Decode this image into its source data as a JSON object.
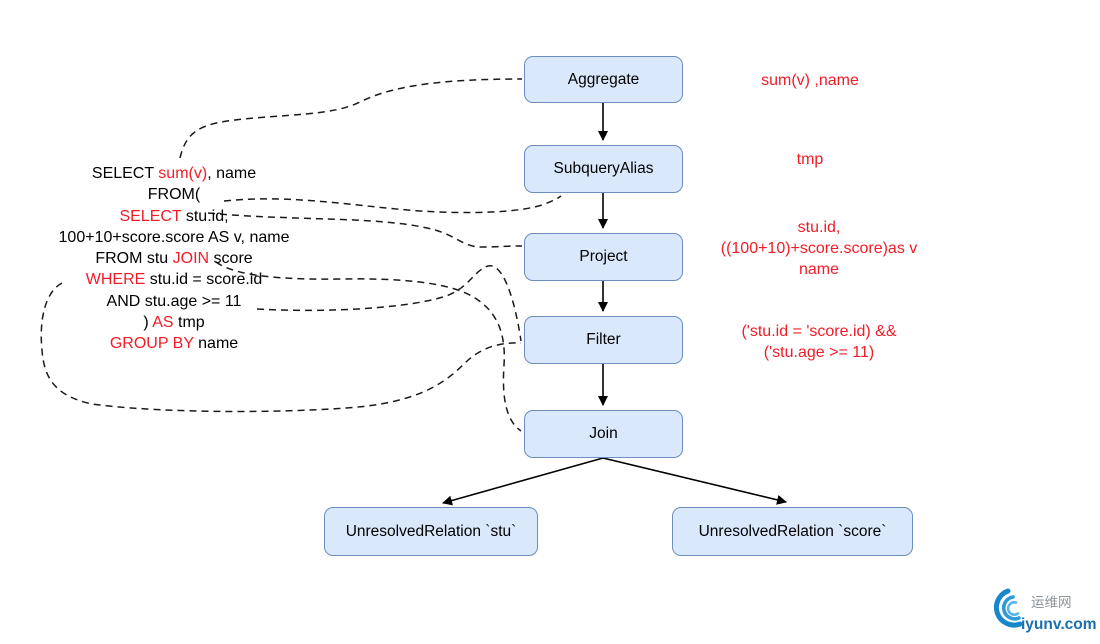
{
  "diagram": {
    "nodes": [
      {
        "id": "aggregate",
        "label": "Aggregate"
      },
      {
        "id": "subquery_alias",
        "label": "SubqueryAlias"
      },
      {
        "id": "project",
        "label": "Project"
      },
      {
        "id": "filter",
        "label": "Filter"
      },
      {
        "id": "join",
        "label": "Join"
      },
      {
        "id": "unresolved_stu",
        "label": "UnresolvedRelation `stu`"
      },
      {
        "id": "unresolved_score",
        "label": "UnresolvedRelation `score`"
      }
    ],
    "annotations": {
      "aggregate": "sum(v) ,name",
      "subquery_alias": "tmp",
      "project": "stu.id,\n((100+10)+score.score)as  v\nname",
      "filter": "('stu.id = 'score.id) &&\n('stu.age >= 11)"
    }
  },
  "sql": {
    "lines": [
      [
        {
          "t": "SELECT ",
          "red": false
        },
        {
          "t": "sum(v)",
          "red": true
        },
        {
          "t": ", name",
          "red": false
        }
      ],
      [
        {
          "t": "FROM(",
          "red": false
        }
      ],
      [
        {
          "t": "SELECT",
          "red": true
        },
        {
          "t": " stu.id,",
          "red": false
        }
      ],
      [
        {
          "t": "100+10+score.score AS v, name",
          "red": false
        }
      ],
      [
        {
          "t": "FROM stu ",
          "red": false
        },
        {
          "t": "JOIN",
          "red": true
        },
        {
          "t": " score",
          "red": false
        }
      ],
      [
        {
          "t": "WHERE",
          "red": true
        },
        {
          "t": " stu.id = score.id",
          "red": false
        }
      ],
      [
        {
          "t": "AND stu.age >= 11",
          "red": false
        }
      ],
      [
        {
          "t": ") ",
          "red": false
        },
        {
          "t": "AS",
          "red": true
        },
        {
          "t": " tmp",
          "red": false
        }
      ],
      [
        {
          "t": "GROUP BY",
          "red": true
        },
        {
          "t": " name",
          "red": false
        }
      ]
    ]
  },
  "watermark": {
    "site_name": "运维网",
    "domain": "iyunv.com"
  },
  "colors": {
    "node_fill": "#dae8fc",
    "node_border": "#6c8ebf",
    "keyword_red": "#f01d28",
    "logo_blue": "#1a6fb0",
    "logo_gray": "#8e959c"
  }
}
